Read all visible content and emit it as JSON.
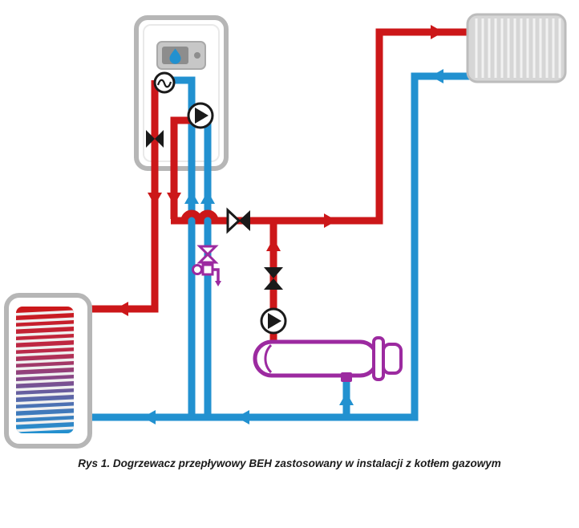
{
  "figure": {
    "caption": "Rys 1. Dogrzewacz przepływowy BEH zastosowany w instalacji z kotłem gazowym"
  },
  "colors": {
    "supply": "#cc1719",
    "return": "#2291d0",
    "accessory": "#9c2aa0",
    "symbol": "#1a1a1a",
    "casing": "#b6b6b6"
  },
  "symbols": {
    "boiler": "gas-boiler",
    "flame": "flame-icon",
    "thermometer": "temperature-gauge-icon",
    "boiler_pump": "pump-icon",
    "service_valve": "shut-off-valve-icon",
    "check_valve": "check-valve-icon",
    "branch_valve": "shut-off-valve-icon",
    "branch_pump": "pump-icon",
    "safety_group": "safety-valve-group-icon",
    "flow_heater": "BEH-flow-heater",
    "radiator": "panel-radiator",
    "tank": "storage-tank"
  }
}
